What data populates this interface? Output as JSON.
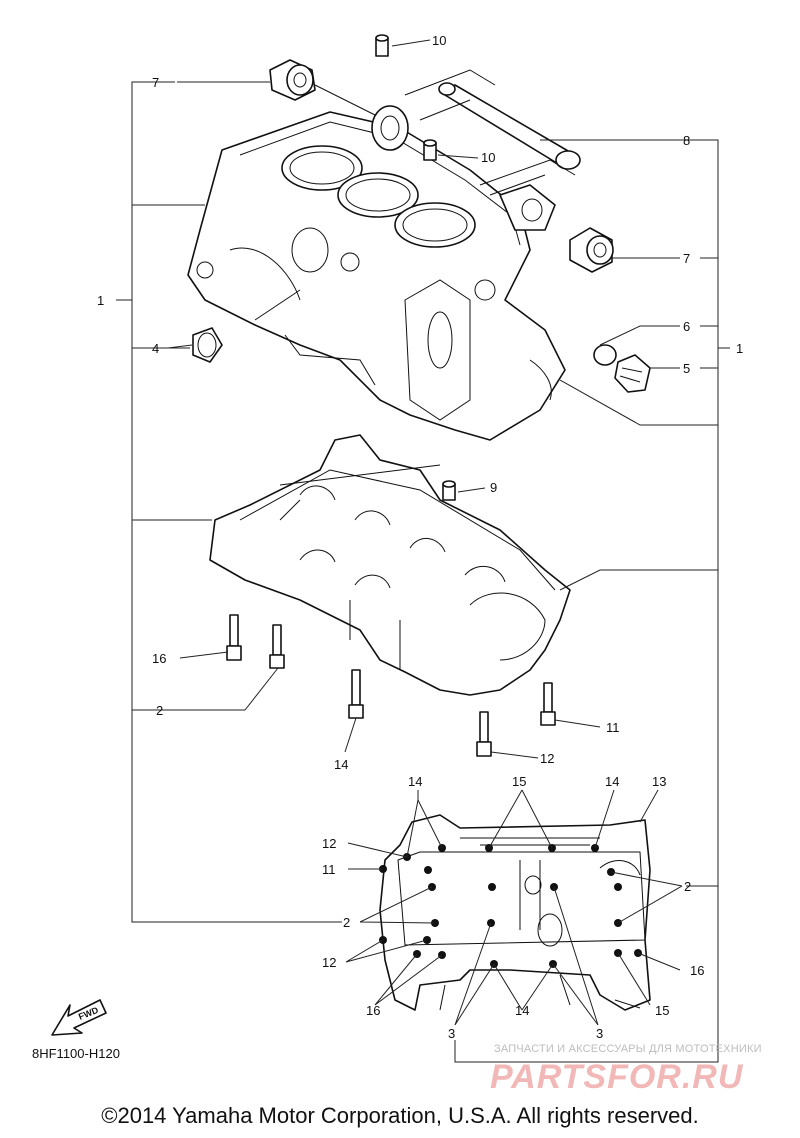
{
  "diagram": {
    "code": "8HF1100-H120",
    "copyright": "©2014 Yamaha Motor Corporation, U.S.A. All rights reserved.",
    "fwd_label": "FWD",
    "watermark": {
      "subtitle": "ЗАПЧАСТИ И АКСЕССУАРЫ ДЛЯ МОТОТЕХНИКИ",
      "brand": "PARTSFOR.RU"
    },
    "callouts": {
      "c10a": "10",
      "c7a": "7",
      "c8": "8",
      "c10b": "10",
      "c7b": "7",
      "c1l": "1",
      "c6": "6",
      "c4": "4",
      "c1r": "1",
      "c5": "5",
      "c9": "9",
      "c16a": "16",
      "c2a": "2",
      "c11a": "11",
      "c12a": "12",
      "c14a": "14",
      "c14b": "14",
      "c15a": "15",
      "c14c": "14",
      "c13": "13",
      "c12b": "12",
      "c11b": "11",
      "c2b": "2",
      "c2c": "2",
      "c12c": "12",
      "c16b": "16",
      "c16c": "16",
      "c3a": "3",
      "c14d": "14",
      "c3b": "3",
      "c15b": "15"
    }
  }
}
